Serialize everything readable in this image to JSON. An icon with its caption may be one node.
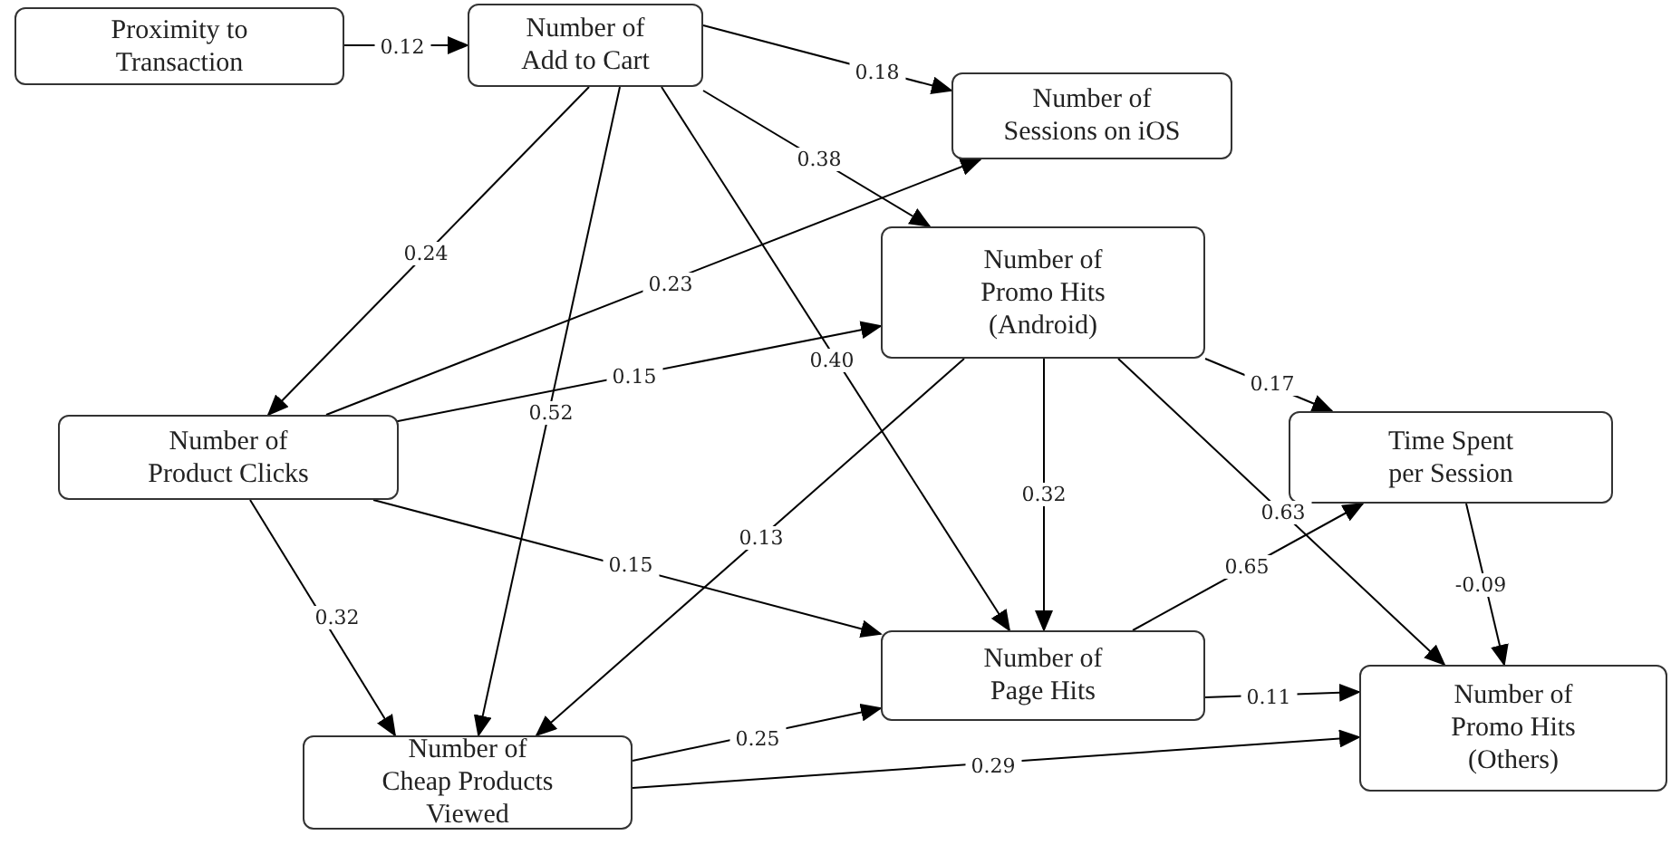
{
  "diagram": {
    "nodes": [
      {
        "text": [
          "Proximity to Transaction"
        ]
      },
      {
        "text": [
          "Number of Add to Cart"
        ]
      },
      {
        "text": [
          "Number of Sessions on iOS"
        ]
      },
      {
        "text": [
          "Number of Promo Hits (Android)"
        ]
      },
      {
        "text": [
          "Number of Product Clicks"
        ]
      },
      {
        "text": [
          "Time Spent per Session"
        ]
      },
      {
        "text": [
          "Number of Page Hits"
        ]
      },
      {
        "text": [
          "Number of Promo Hits (Others)"
        ]
      },
      {
        "text": [
          "Number of Cheap Products Viewed"
        ]
      }
    ],
    "edges": [
      {
        "from": 0,
        "to": 1,
        "arrow": "to",
        "label": "0.12"
      },
      {
        "from": 1,
        "to": 2,
        "arrow": "to",
        "label": "0.18"
      },
      {
        "from": 1,
        "to": 3,
        "arrow": "to",
        "label": "0.38"
      },
      {
        "from": 1,
        "to": 4,
        "arrow": "to",
        "label": "0.24"
      },
      {
        "from": 1,
        "to": 8,
        "arrow": "to",
        "label": "0.52"
      },
      {
        "from": 1,
        "to": 6,
        "arrow": "to",
        "label": "0.40"
      },
      {
        "from": 4,
        "to": 2,
        "arrow": "to",
        "label": "0.23"
      },
      {
        "from": 4,
        "to": 3,
        "arrow": "to",
        "label": "0.15"
      },
      {
        "from": 4,
        "to": 6,
        "arrow": "to",
        "label": "0.15"
      },
      {
        "from": 4,
        "to": 8,
        "arrow": "to",
        "label": "0.32"
      },
      {
        "from": 3,
        "to": 8,
        "arrow": "to",
        "label": "0.13"
      },
      {
        "from": 3,
        "to": 6,
        "arrow": "to",
        "label": "0.32"
      },
      {
        "from": 3,
        "to": 5,
        "arrow": "to",
        "label": "0.17"
      },
      {
        "from": 3,
        "to": 7,
        "arrow": "to",
        "label": "0.63"
      },
      {
        "from": 6,
        "to": 5,
        "arrow": "to",
        "label": "0.65"
      },
      {
        "from": 5,
        "to": 7,
        "arrow": "to",
        "label": "-0.09"
      },
      {
        "from": 6,
        "to": 7,
        "arrow": "to",
        "label": "0.11"
      },
      {
        "from": 8,
        "to": 6,
        "arrow": "to",
        "label": "0.25"
      },
      {
        "from": 8,
        "to": 7,
        "arrow": "to",
        "label": "0.29"
      }
    ]
  }
}
